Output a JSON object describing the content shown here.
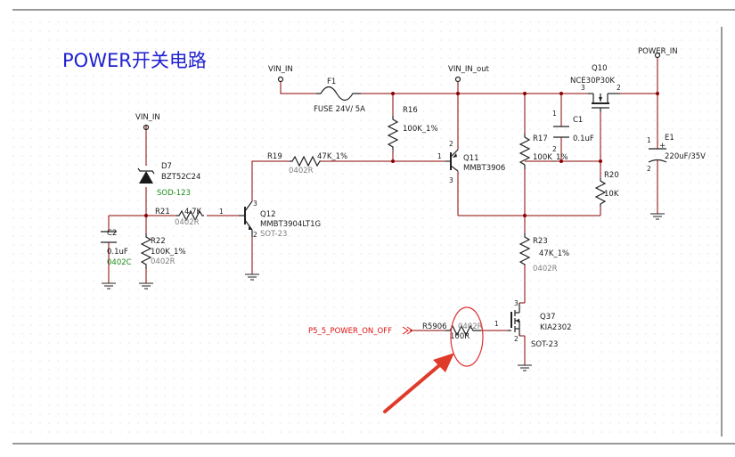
{
  "title": "POWER开关电路",
  "nets": {
    "vin_in_left": "VIN_IN",
    "vin_in_top": "VIN_IN",
    "vin_in_out": "VIN_IN_out",
    "power_in": "POWER_IN",
    "p5_power": "P5_5_POWER_ON_OFF"
  },
  "components": {
    "f1": {
      "ref": "F1",
      "value": "FUSE 24V/ 5A"
    },
    "r16": {
      "ref": "R16",
      "value": "100K_1%"
    },
    "q11": {
      "ref": "Q11",
      "value": "MMBT3906",
      "pin1": "1",
      "pin2": "2",
      "pin3": "3"
    },
    "q10": {
      "ref": "Q10",
      "value": "NCE30P30K",
      "pin3": "3",
      "pin2": "2"
    },
    "c1": {
      "ref": "C1",
      "value": "0.1uF",
      "pin1": "1",
      "pin2": "2"
    },
    "r17": {
      "ref": "R17",
      "value": "100K_1%"
    },
    "r20": {
      "ref": "R20",
      "value": "10K"
    },
    "e1": {
      "ref": "E1",
      "value": "220uF/35V",
      "pin1": "1",
      "pin2": "2",
      "plus": "+"
    },
    "d7": {
      "ref": "D7",
      "value": "BZT52C24",
      "package": "SOD-123"
    },
    "r19": {
      "ref": "R19",
      "value": "47K_1%",
      "package": "0402R"
    },
    "r21": {
      "ref": "R21",
      "value": "4.7K",
      "package": "0402R"
    },
    "q12": {
      "ref": "Q12",
      "value": "MMBT3904LT1G",
      "package": "SOT-23",
      "pin1": "1",
      "pin2": "2",
      "pin3": "3"
    },
    "c2": {
      "ref": "C2",
      "value": "0.1uF",
      "package": "0402C"
    },
    "r22": {
      "ref": "R22",
      "value": "100K_1%",
      "package": "0402R"
    },
    "r23": {
      "ref": "R23",
      "value": "47K_1%",
      "package": "0402R"
    },
    "q37": {
      "ref": "Q37",
      "value": "KIA2302",
      "package": "SOT-23",
      "pin1": "1",
      "pin2": "2",
      "pin3": "3"
    },
    "r5906": {
      "ref": "R5906",
      "value": "100R",
      "package": "0402R"
    }
  },
  "colors": {
    "wire": "#8b0000",
    "title": "#2020d0",
    "package_gray": "#808080",
    "package_green": "#1a8a1a",
    "net_red": "#e01010",
    "highlight": "#e03030",
    "arrow": "#e03a2a"
  }
}
